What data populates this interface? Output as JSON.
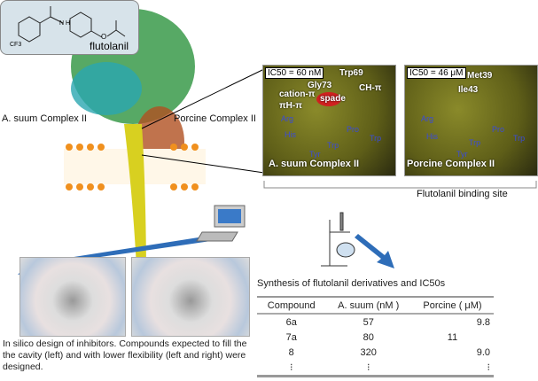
{
  "structure": {
    "name": "flutolanil",
    "substituent": "CF3",
    "linker": "N H",
    "atom": "O"
  },
  "labels": {
    "left_complex": "A. suum Complex II",
    "right_complex": "Porcine Complex II",
    "binding_site": "Flutolanil binding site"
  },
  "panel_left": {
    "ic50": "IC50 = 60 nM",
    "caption": "A. suum Complex II",
    "residues": [
      "Trp69",
      "Gly73",
      "CH-π",
      "cation-π",
      "πH-π",
      "spade",
      "Arg",
      "His",
      "Tyr",
      "Trp",
      "Pro",
      "Trp"
    ]
  },
  "panel_right": {
    "ic50": "IC50 = 46 μM",
    "caption": "Porcine Complex II",
    "residues": [
      "Met39",
      "Ile43",
      "Arg",
      "His",
      "Tyr",
      "Trp",
      "Pro",
      "Trp"
    ]
  },
  "design_caption": "In silico design of inhibitors. Compounds expected to fill the the cavity (left) and  with lower flexibility (left and right) were designed.",
  "table": {
    "title": "Synthesis of flutolanil derivatives and IC50s",
    "headers": [
      "Compound",
      "A.  suum   (nM )",
      "Porcine (  μM)"
    ],
    "rows": [
      [
        "6a",
        "57",
        "9.8"
      ],
      [
        "7a",
        "80",
        "11"
      ],
      [
        "8",
        "320",
        "9.0"
      ]
    ],
    "ellipsis": "⁝"
  },
  "colors": {
    "arrow": "#2e6db8",
    "membrane_head": "#f0901e",
    "struct_bg": "#d7e3ea"
  }
}
